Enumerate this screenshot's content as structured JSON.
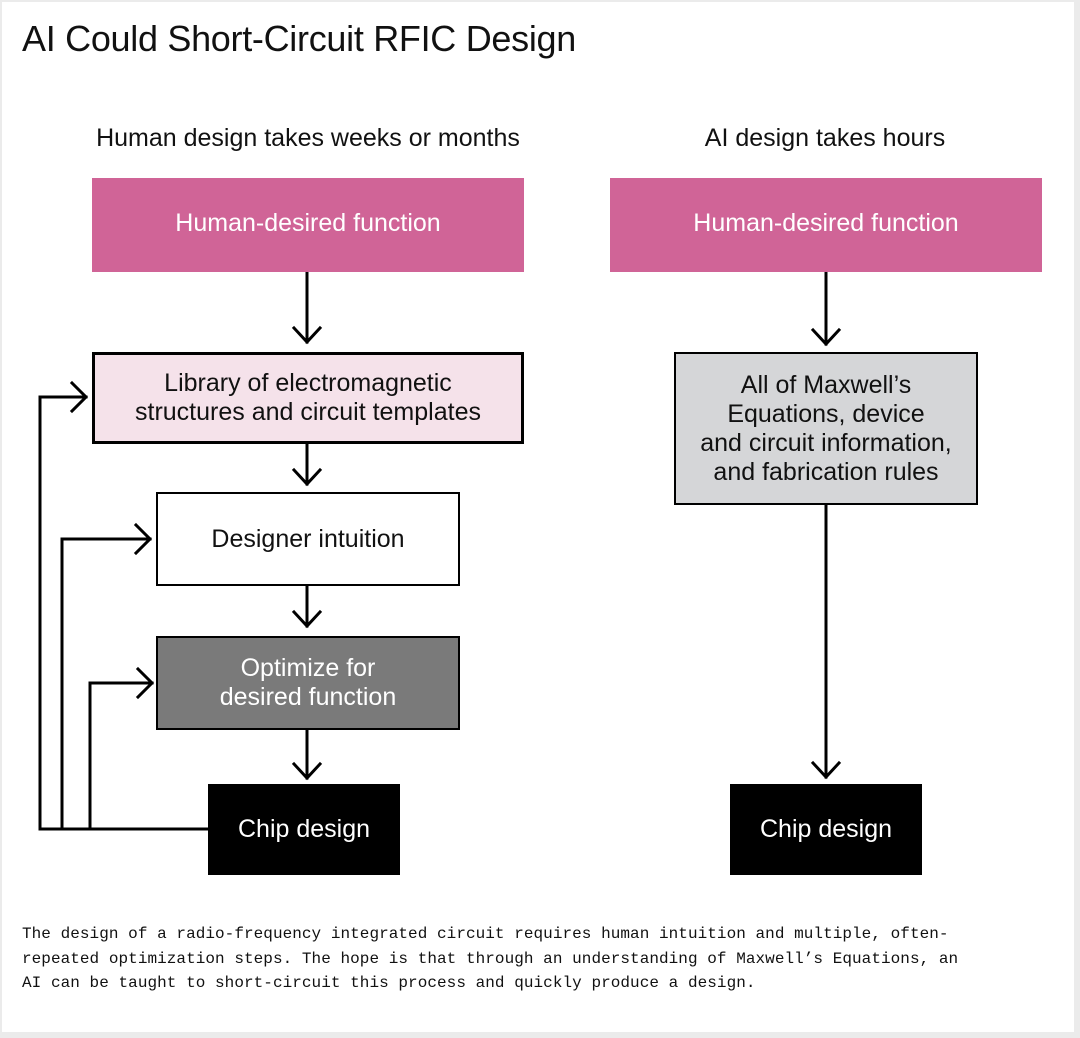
{
  "title": "AI Could Short-Circuit RFIC Design",
  "left_column": {
    "heading": "Human design takes weeks or months",
    "boxes": [
      {
        "lines": [
          "Human-desired function"
        ]
      },
      {
        "lines": [
          "Library of electromagnetic",
          "structures and circuit templates"
        ]
      },
      {
        "lines": [
          "Designer intuition"
        ]
      },
      {
        "lines": [
          "Optimize for",
          "desired function"
        ]
      },
      {
        "lines": [
          "Chip design"
        ]
      }
    ]
  },
  "right_column": {
    "heading": "AI design takes hours",
    "boxes": [
      {
        "lines": [
          "Human-desired function"
        ]
      },
      {
        "lines": [
          "All of Maxwell’s",
          "Equations, device",
          "and circuit information,",
          "and fabrication rules"
        ]
      },
      {
        "lines": [
          "Chip design"
        ]
      }
    ]
  },
  "caption": [
    "The design of a radio-frequency integrated circuit requires human intuition and multiple, often-",
    "repeated optimization steps. The hope is that through an understanding of Maxwell’s Equations, an",
    "AI can be taught to short-circuit this process and quickly produce a design."
  ],
  "colors": {
    "magenta": "#d06497",
    "light_pink": "#f5e2ea",
    "gray": "#7a7a7a",
    "light_gray": "#d5d6d8",
    "black": "#000000"
  }
}
